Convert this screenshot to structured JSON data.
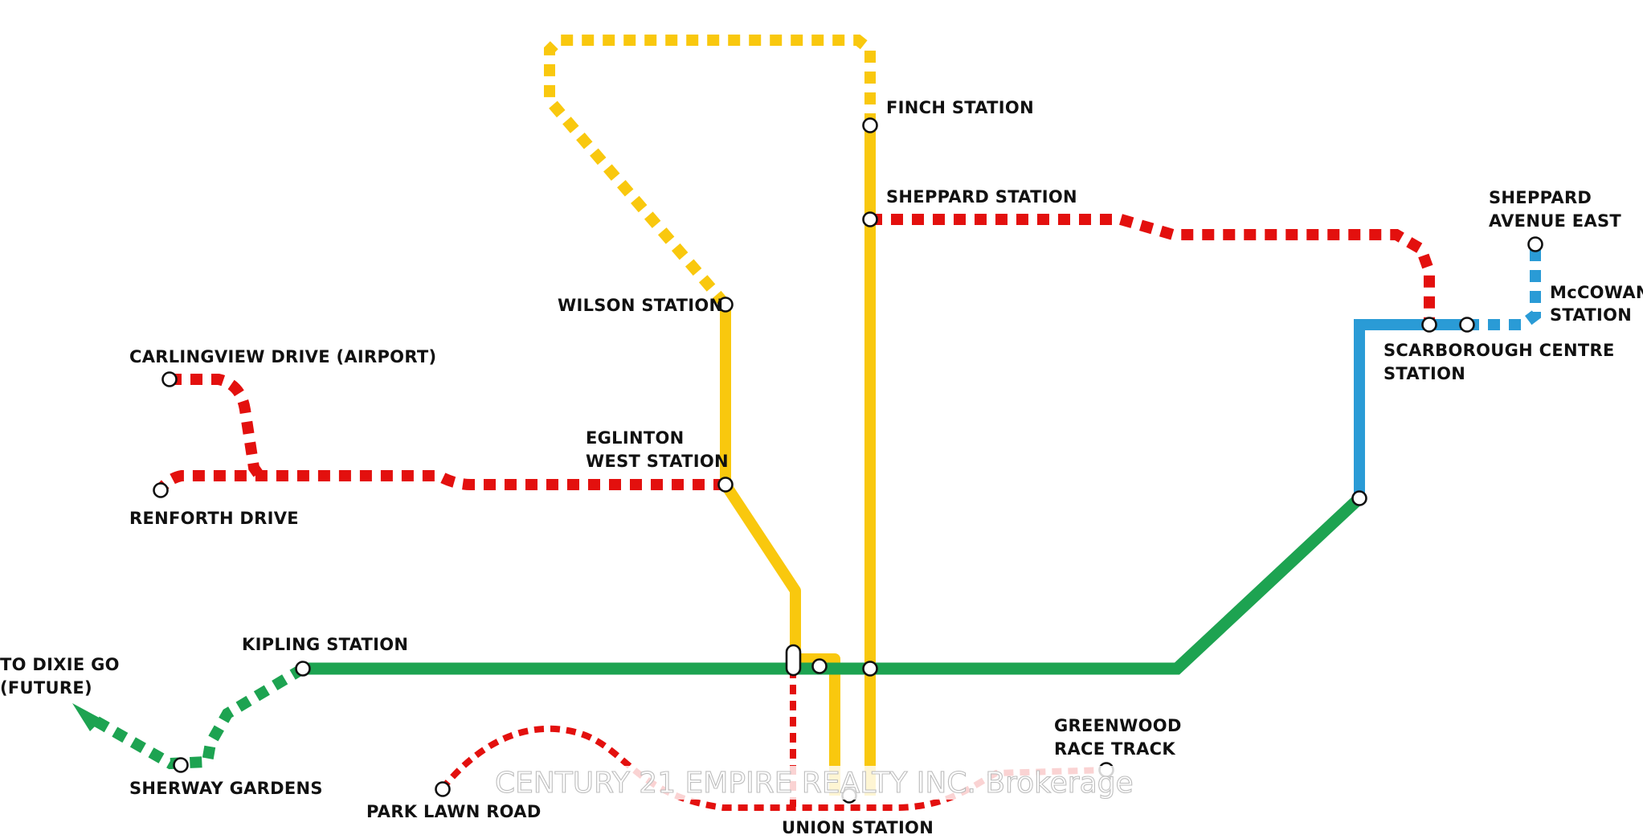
{
  "colors": {
    "yellow": "#F9C80E",
    "green": "#1DA351",
    "blue": "#2A9BD6",
    "red": "#E3100E",
    "station_fill": "#FFFFFF",
    "station_stroke": "#111111"
  },
  "lines": [
    {
      "id": "yellow",
      "color": "yellow"
    },
    {
      "id": "green",
      "color": "green"
    },
    {
      "id": "blue",
      "color": "blue"
    },
    {
      "id": "red",
      "color": "red"
    }
  ],
  "labels": {
    "finch": "FINCH STATION",
    "sheppard": "SHEPPARD STATION",
    "sheppard_east_1": "SHEPPARD",
    "sheppard_east_2": "AVENUE EAST",
    "mccowan_1": "McCOWAN",
    "mccowan_2": "STATION",
    "wilson": "WILSON STATION",
    "scarborough_1": "SCARBOROUGH CENTRE",
    "scarborough_2": "STATION",
    "carlingview": "CARLINGVIEW DRIVE (AIRPORT)",
    "eglinton_1": "EGLINTON",
    "eglinton_2": "WEST STATION",
    "renforth": "RENFORTH DRIVE",
    "dixie_1": "TO DIXIE GO",
    "dixie_2": "(FUTURE)",
    "kipling": "KIPLING STATION",
    "greenwood_1": "GREENWOOD",
    "greenwood_2": "RACE TRACK",
    "sherway": "SHERWAY GARDENS",
    "park_lawn": "PARK LAWN ROAD",
    "union": "UNION STATION"
  },
  "watermark": "CENTURY 21 EMPIRE REALTY INC. Brokerage"
}
